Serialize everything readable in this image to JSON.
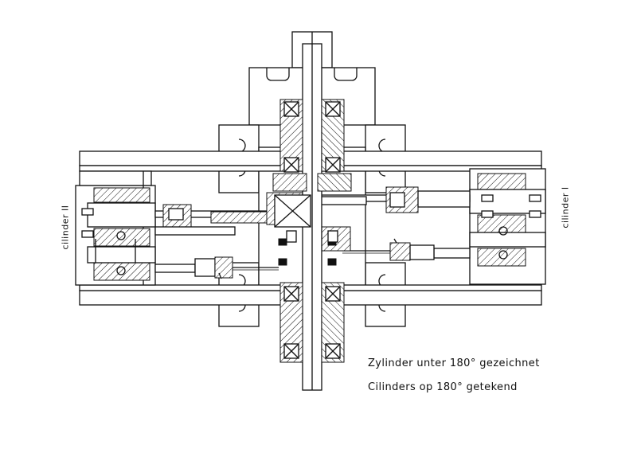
{
  "captions": {
    "german": "Zylinder unter 180° gezeichnet",
    "dutch": "Cilinders op 180° getekend"
  },
  "labels": {
    "left_cylinder": "cilinder II",
    "right_cylinder": "cilinder I"
  },
  "colors": {
    "ink": "#111111",
    "paper": "#ffffff"
  }
}
